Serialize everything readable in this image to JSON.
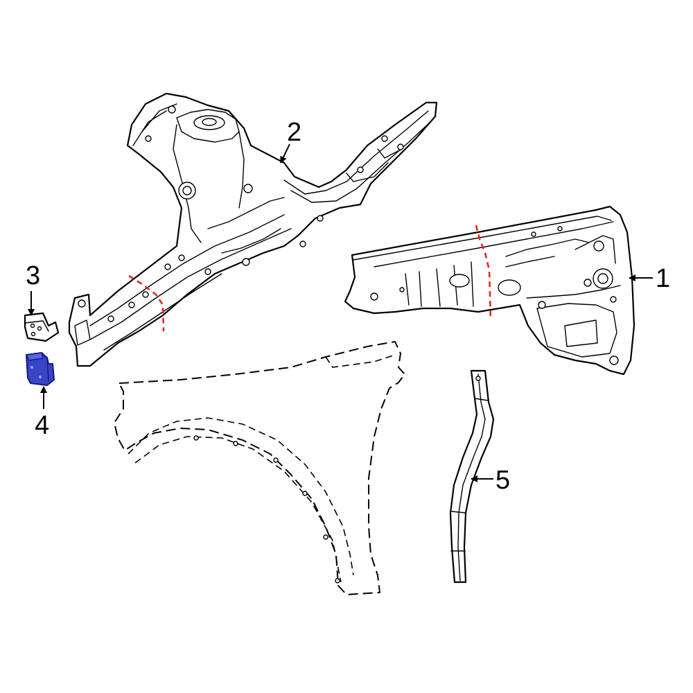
{
  "callouts": {
    "c1": "1",
    "c2": "2",
    "c3": "3",
    "c4": "4",
    "c5": "5"
  },
  "colors": {
    "highlight_part": "#3a44c6",
    "cut_line": "#e0281e",
    "line": "#000000",
    "background": "#ffffff"
  },
  "highlighted_callout": "4"
}
